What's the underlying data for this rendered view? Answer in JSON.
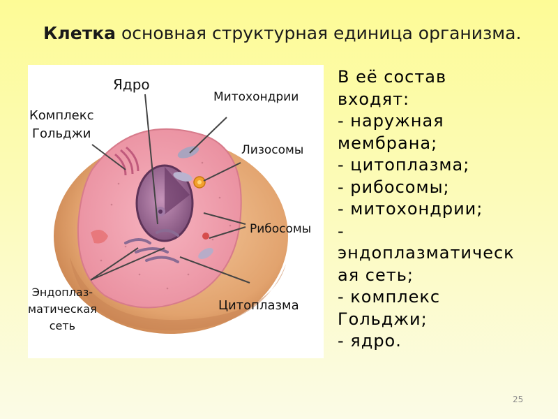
{
  "title": {
    "bold": "Клетка",
    "rest": " основная структурная единица организма."
  },
  "diagram_labels": {
    "nucleus": "Ядро",
    "mitochondria": "Митохондрии",
    "golgi": "Комплекс\nГольджи",
    "lysosomes": "Лизосомы",
    "ribosomes": "Рибосомы",
    "er": "Эндоплаз-\nматическая\nсеть",
    "cytoplasm": "Цитоплазма"
  },
  "composition": {
    "lines": [
      "В её состав",
      "входят:",
      "- наружная",
      "мембрана;",
      "- цитоплазма;",
      "- рибосомы;",
      "- митохондрии;",
      "-",
      "эндоплазматическ",
      "ая сеть;",
      "- комплекс",
      "Гольджи;",
      "- ядро."
    ]
  },
  "page_number": "25"
}
